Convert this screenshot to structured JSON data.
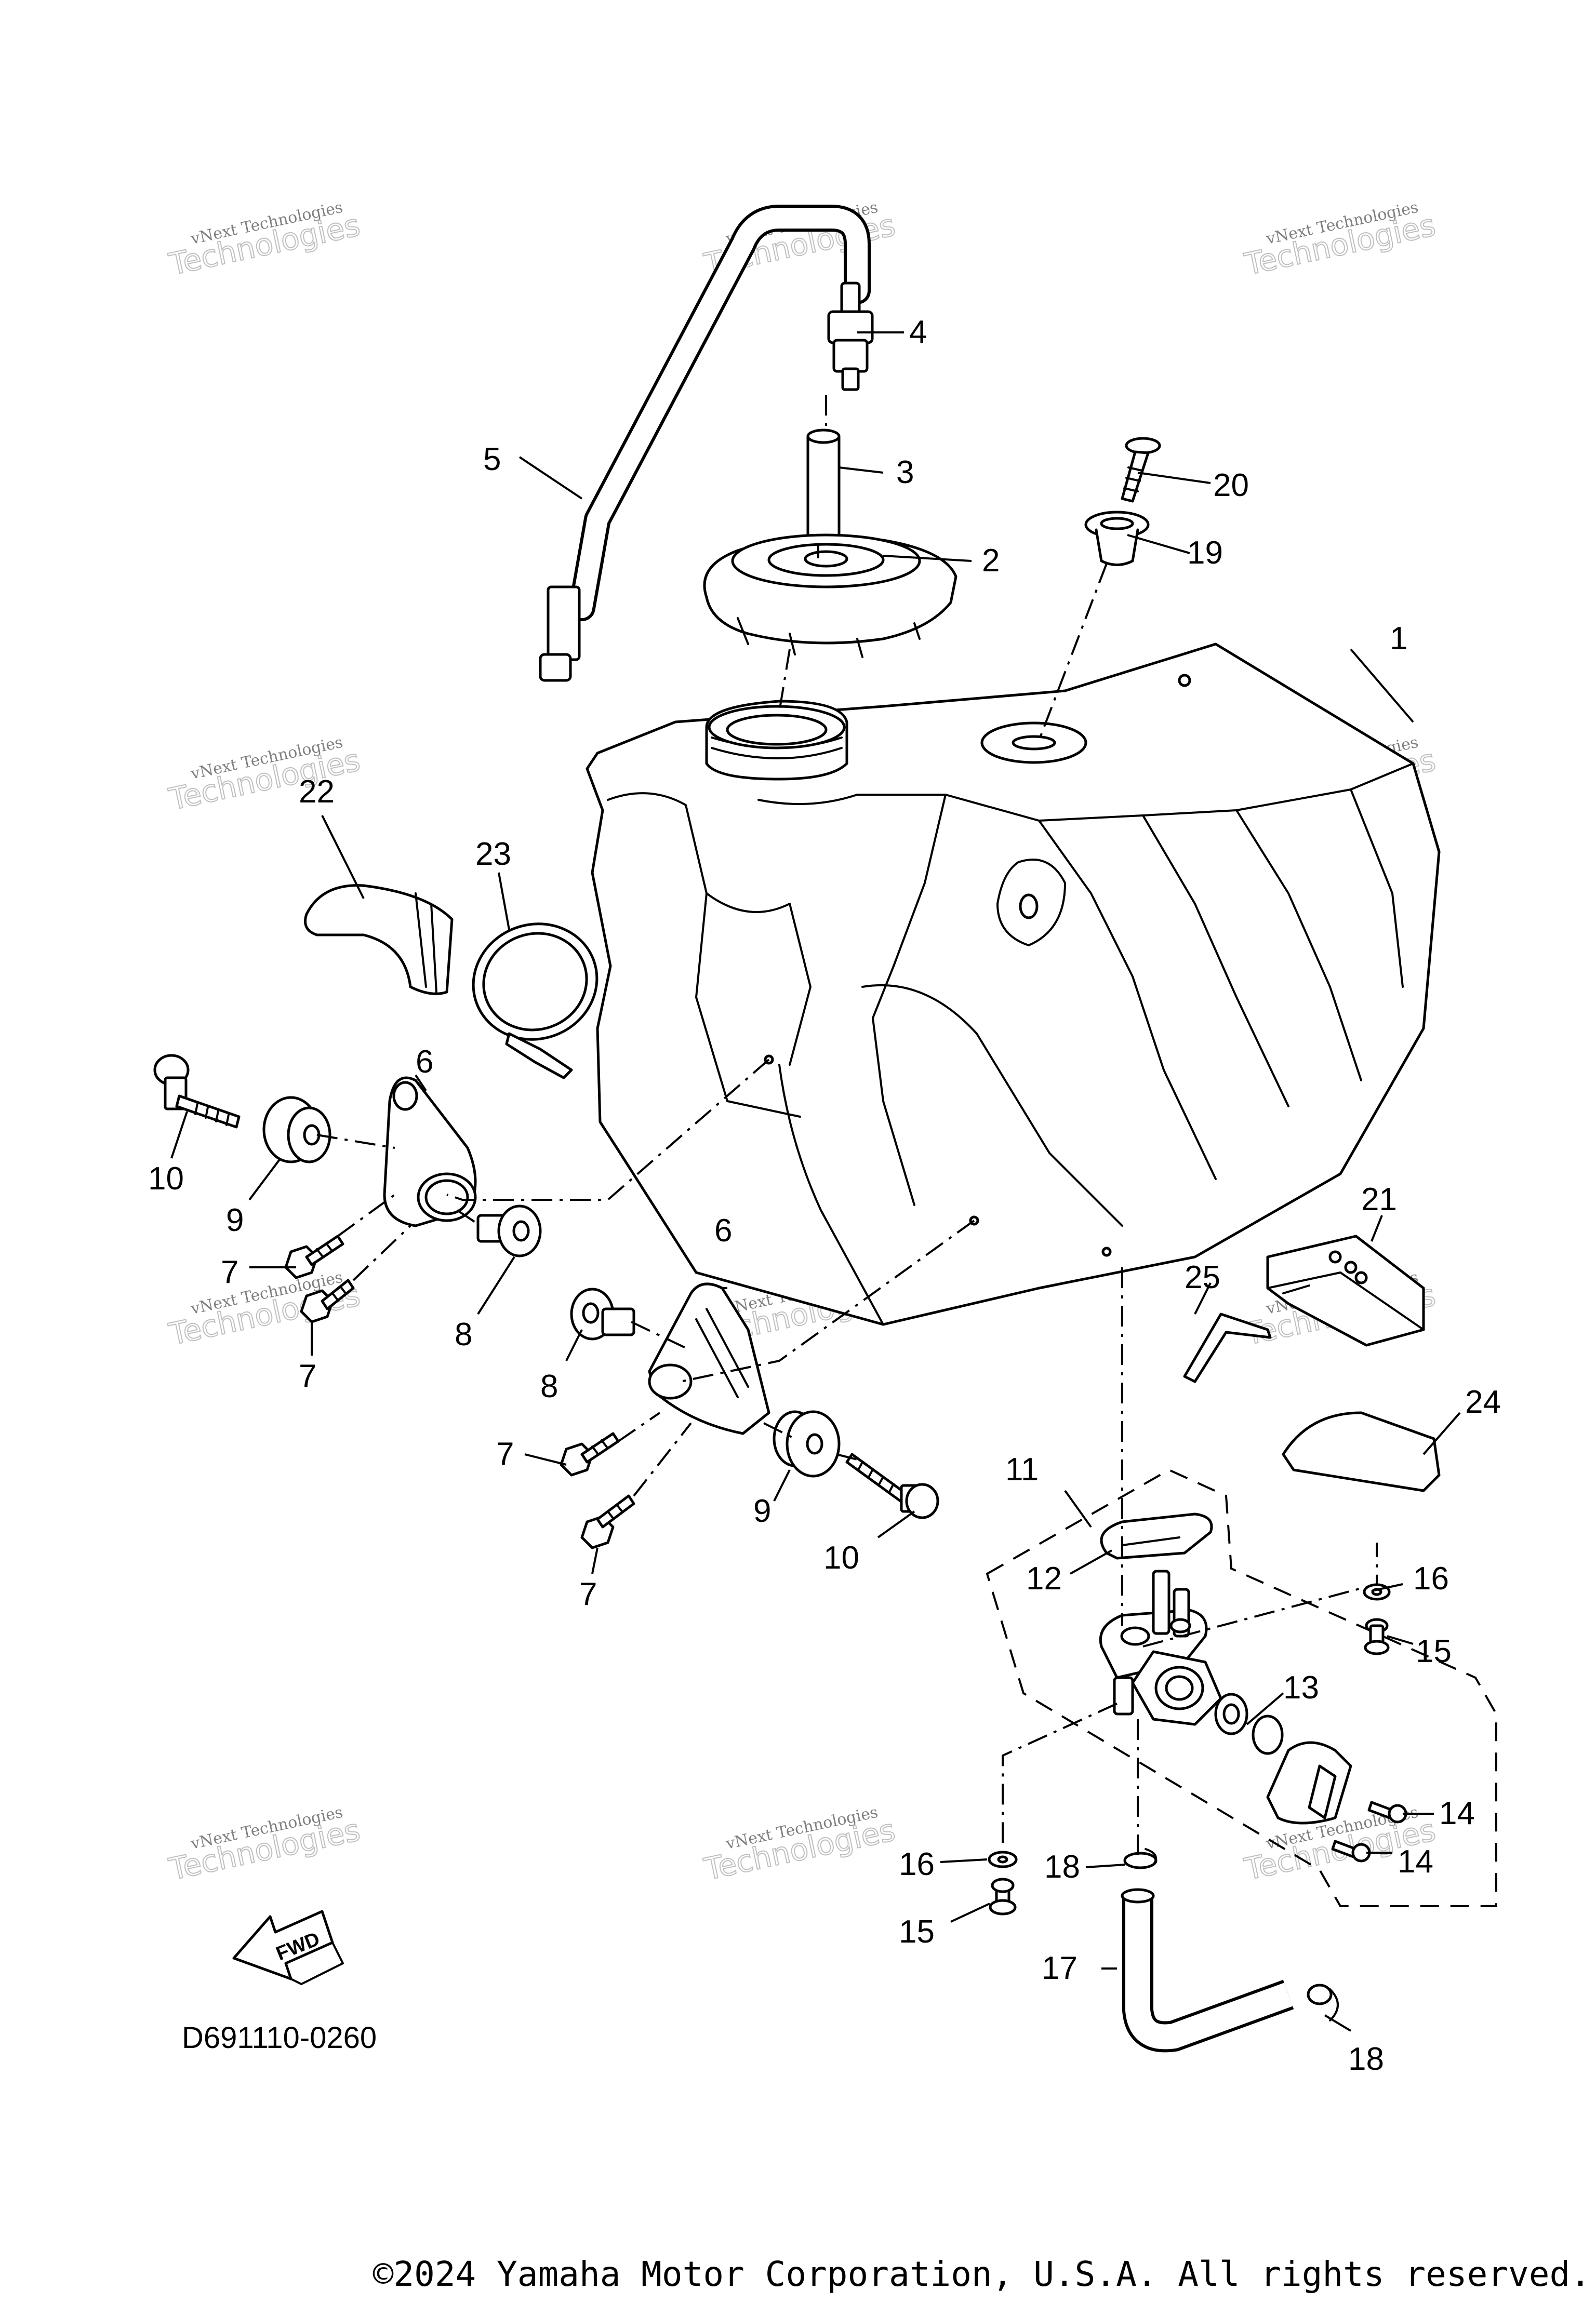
{
  "diagram": {
    "drawing_code": "D691110-0260",
    "copyright": "©2024 Yamaha Motor Corporation, U.S.A. All rights reserved.",
    "fwd_label": "FWD",
    "watermark": {
      "line1": "vNext Technologies",
      "line2": "Technologies"
    },
    "callouts": [
      "1",
      "2",
      "3",
      "4",
      "5",
      "6",
      "6",
      "7",
      "7",
      "7",
      "7",
      "8",
      "8",
      "9",
      "9",
      "10",
      "10",
      "11",
      "12",
      "13",
      "14",
      "14",
      "15",
      "15",
      "16",
      "16",
      "17",
      "18",
      "18",
      "19",
      "20",
      "21",
      "22",
      "23",
      "24",
      "25"
    ]
  }
}
